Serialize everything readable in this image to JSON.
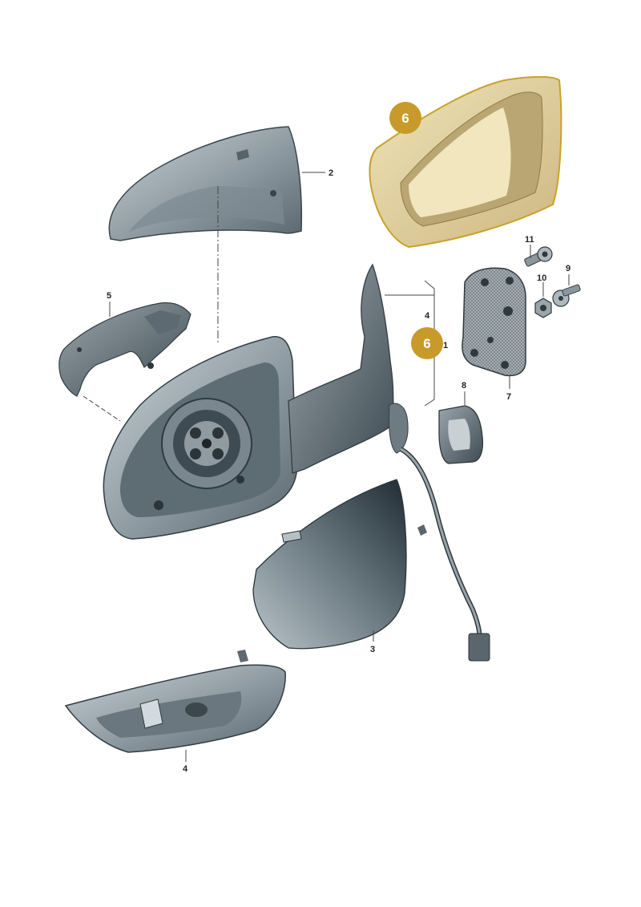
{
  "callouts": {
    "c1": "1",
    "c2": "2",
    "c3": "3",
    "c4a": "4",
    "c4b": "4",
    "c5": "5",
    "c6a": "6",
    "c6b": "6",
    "c7": "7",
    "c8": "8",
    "c9": "9",
    "c10": "10",
    "c11": "11"
  },
  "colors": {
    "part_fill": "#8a959c",
    "part_dark": "#4d5a62",
    "part_light": "#c9d1d5",
    "highlight_fill": "#e6d9a6",
    "highlight_stroke": "#c9a227",
    "badge": "#c79a2a"
  }
}
